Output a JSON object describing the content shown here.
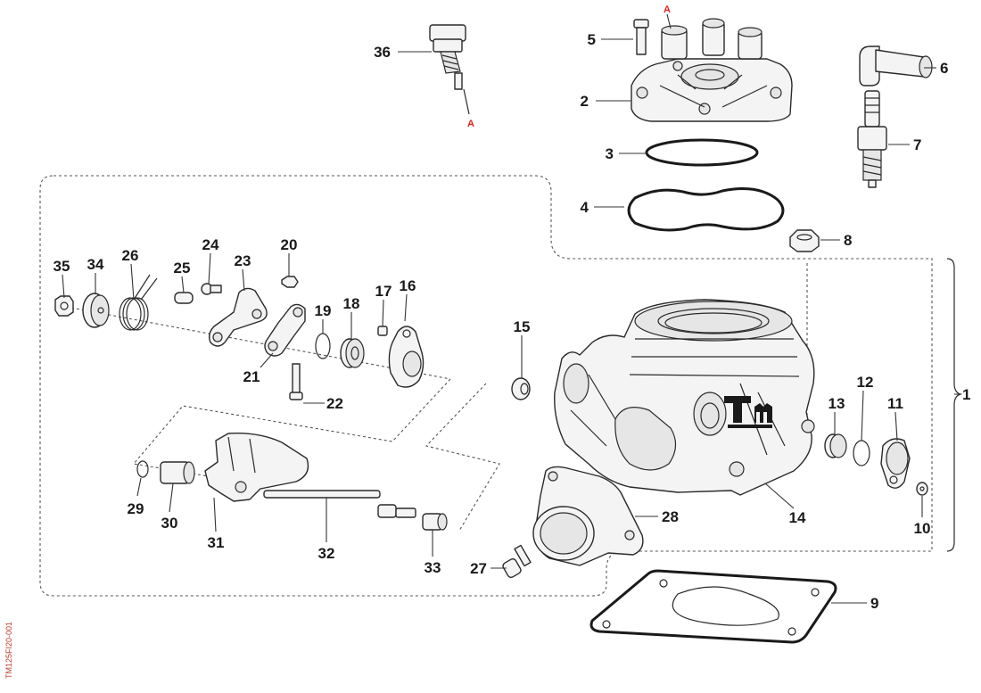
{
  "diagram": {
    "reference_code": "TM125FI20-001",
    "connection_marker": "A",
    "colors": {
      "marker": "#e02020",
      "code": "#c0392b",
      "ink": "#1a1a1a"
    },
    "callouts": [
      {
        "id": "36",
        "label": "36"
      },
      {
        "id": "5",
        "label": "5"
      },
      {
        "id": "2",
        "label": "2"
      },
      {
        "id": "6",
        "label": "6"
      },
      {
        "id": "7",
        "label": "7"
      },
      {
        "id": "3",
        "label": "3"
      },
      {
        "id": "4",
        "label": "4"
      },
      {
        "id": "8",
        "label": "8"
      },
      {
        "id": "1",
        "label": "1"
      },
      {
        "id": "35",
        "label": "35"
      },
      {
        "id": "34",
        "label": "34"
      },
      {
        "id": "26",
        "label": "26"
      },
      {
        "id": "25",
        "label": "25"
      },
      {
        "id": "24",
        "label": "24"
      },
      {
        "id": "23",
        "label": "23"
      },
      {
        "id": "20",
        "label": "20"
      },
      {
        "id": "17",
        "label": "17"
      },
      {
        "id": "16",
        "label": "16"
      },
      {
        "id": "19",
        "label": "19"
      },
      {
        "id": "18",
        "label": "18"
      },
      {
        "id": "21",
        "label": "21"
      },
      {
        "id": "22",
        "label": "22"
      },
      {
        "id": "15",
        "label": "15"
      },
      {
        "id": "13",
        "label": "13"
      },
      {
        "id": "12",
        "label": "12"
      },
      {
        "id": "11",
        "label": "11"
      },
      {
        "id": "14",
        "label": "14"
      },
      {
        "id": "10",
        "label": "10"
      },
      {
        "id": "29",
        "label": "29"
      },
      {
        "id": "30",
        "label": "30"
      },
      {
        "id": "31",
        "label": "31"
      },
      {
        "id": "32",
        "label": "32"
      },
      {
        "id": "33",
        "label": "33"
      },
      {
        "id": "28",
        "label": "28"
      },
      {
        "id": "27",
        "label": "27"
      },
      {
        "id": "9",
        "label": "9"
      }
    ]
  }
}
